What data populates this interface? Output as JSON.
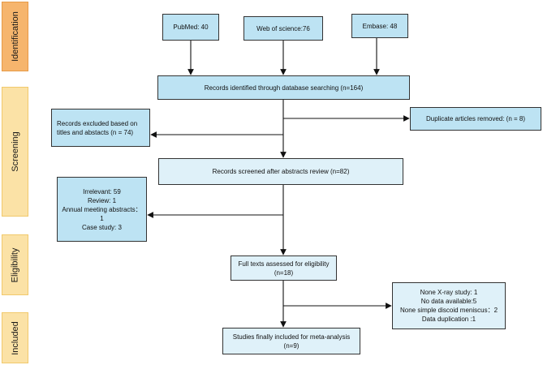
{
  "stages": {
    "identification": "Identification",
    "screening": "Screening",
    "eligibility": "Eligibility",
    "included": "Included"
  },
  "sources": {
    "pubmed": "PubMed: 40",
    "wos": "Web of science:76",
    "embase": "Embase: 48"
  },
  "identified": "Records identified through database searching (n=164)",
  "excluded_titles": {
    "line1": "Records excluded based on",
    "line2": "titles and abstacts (n = 74)"
  },
  "duplicates": "Duplicate articles removed: (n = 8)",
  "screened": "Records screened after abstracts review (n=82)",
  "exclusion_reasons": {
    "irrelevant": "Irrelevant: 59",
    "review": "Review: 1",
    "annual": "Annual meeting abstracts：1",
    "case": "Case study: 3"
  },
  "fulltext": {
    "line1": "Full texts assessed for eligibility",
    "line2": "(n=18)"
  },
  "fulltext_exclusions": {
    "xray": "None X-ray study: 1",
    "nodata": "No data available:5",
    "discoid": "None simple discoid meniscus：2",
    "dup": "Data duplication :1"
  },
  "included": {
    "line1": "Studies finally included for meta-analysis",
    "line2": "(n=9)"
  }
}
